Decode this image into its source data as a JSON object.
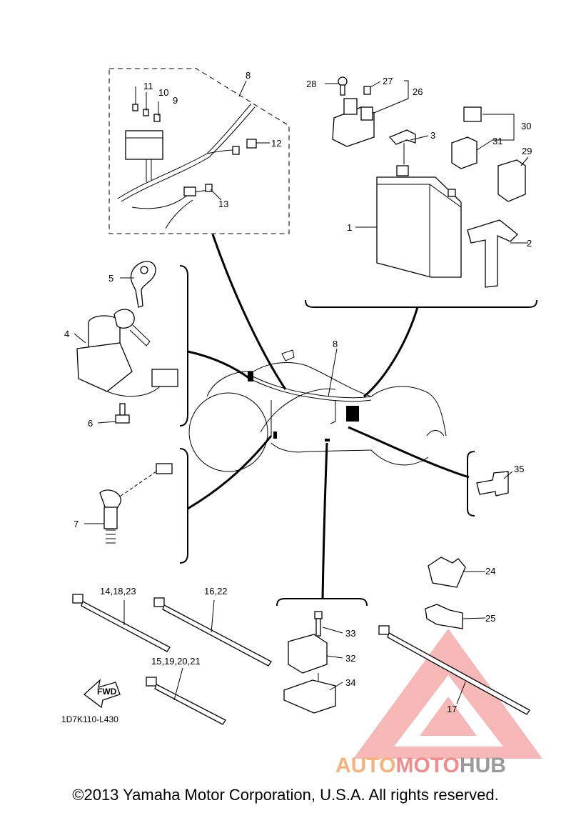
{
  "diagram": {
    "code": "1D7K110-L430",
    "fwd": "FWD",
    "callouts": {
      "c1": "1",
      "c2": "2",
      "c3": "3",
      "c4": "4",
      "c5": "5",
      "c6": "6",
      "c7": "7",
      "c8a": "8",
      "c8b": "8",
      "c9": "9",
      "c10": "10",
      "c11": "11",
      "c12": "12",
      "c13": "13",
      "c14": "14,18,23",
      "c15": "15,19,20,21",
      "c16": "16,22",
      "c17": "17",
      "c24": "24",
      "c25": "25",
      "c26": "26",
      "c27": "27",
      "c28": "28",
      "c29": "29",
      "c30": "30",
      "c31": "31",
      "c32": "32",
      "c33": "33",
      "c34": "34",
      "c35": "35"
    }
  },
  "footer": {
    "copyright": "©2013 Yamaha Motor Corporation, U.S.A. All rights reserved."
  },
  "watermark": {
    "part1": "AUTO",
    "part2": "MOTO",
    "part3": "HUB",
    "colors": {
      "auto": "#f6b27a",
      "moto": "#f28c8c",
      "hub": "#9a9a9a",
      "triangle": "#f4a0a0"
    }
  }
}
